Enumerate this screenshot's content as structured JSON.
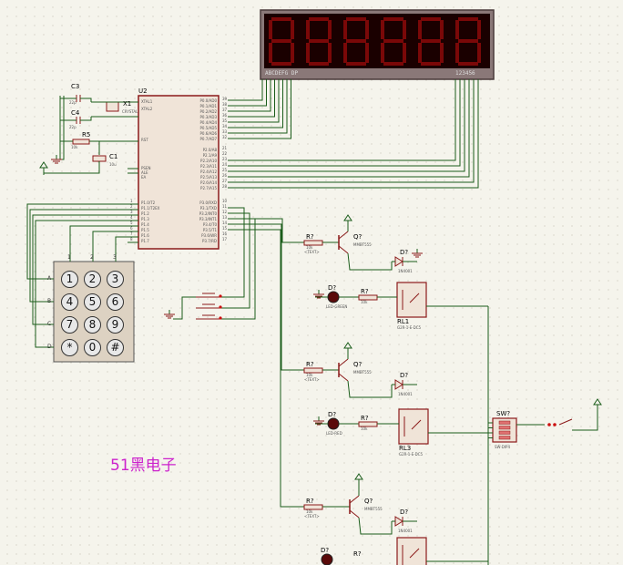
{
  "display": {
    "digit_count": 6,
    "segment_label": "ABCDEFG DP",
    "digit_label": "123456",
    "off_color": "#7a0808",
    "body_color": "#1a0000"
  },
  "mcu": {
    "ref": "U2",
    "left_pins_top": [
      "XTAL1",
      "XTAL2"
    ],
    "rst": "RST",
    "ctrl": [
      "PSEN",
      "ALE",
      "EA"
    ],
    "p1": [
      "P1.0/T2",
      "P1.1/T2EX",
      "P1.2",
      "P1.3",
      "P1.4",
      "P1.5",
      "P1.6",
      "P1.7"
    ],
    "p0": [
      "P0.0/AD0",
      "P0.1/AD1",
      "P0.2/AD2",
      "P0.3/AD3",
      "P0.4/AD4",
      "P0.5/AD5",
      "P0.6/AD6",
      "P0.7/AD7"
    ],
    "p2": [
      "P2.0/A8",
      "P2.1/A9",
      "P2.2/A10",
      "P2.3/A11",
      "P2.4/A12",
      "P2.5/A13",
      "P2.6/A14",
      "P2.7/A15"
    ],
    "p3": [
      "P3.0/RXD",
      "P3.1/TXD",
      "P3.2/INT0",
      "P3.3/INT1",
      "P3.4/T0",
      "P3.5/T1",
      "P3.6/WR",
      "P3.7/RD"
    ],
    "pins_right_p0": [
      "39",
      "38",
      "37",
      "36",
      "35",
      "34",
      "33",
      "32"
    ],
    "pins_right_p2": [
      "21",
      "22",
      "23",
      "24",
      "25",
      "26",
      "27",
      "28"
    ],
    "pins_right_p3": [
      "10",
      "11",
      "12",
      "13",
      "14",
      "15",
      "16",
      "17"
    ],
    "pins_left_p1": [
      "1",
      "2",
      "3",
      "4",
      "5",
      "6",
      "7",
      "8"
    ]
  },
  "parts": {
    "c3": "C3",
    "c4": "C4",
    "x1": "X1",
    "crystal": "CRYSTAL",
    "r5": "R5",
    "c1": "C1",
    "c_val": "22p",
    "r_val": "10k",
    "c1_val": "10u",
    "r_ref": "R?",
    "q_ref": "Q?",
    "d_ref": "D?",
    "q_model": "MMBT555",
    "diode_model": "1N4001",
    "led1": "LED-GREEN",
    "led2": "LED-RED",
    "rl1": "RL1",
    "rl3": "RL3",
    "relay_model": "G2R-1-E-DC5",
    "sw": "SW?",
    "sw_model": "SW-DIP4",
    "text_tag": "<TEXT>"
  },
  "keypad": {
    "keys": [
      "1",
      "2",
      "3",
      "4",
      "5",
      "6",
      "7",
      "8",
      "9",
      "*",
      "0",
      "#"
    ],
    "rows": [
      "A",
      "B",
      "C",
      "D"
    ],
    "cols": [
      "1",
      "2",
      "3"
    ]
  },
  "brand": "51黑电子",
  "colors": {
    "wire": "#1a5c1a",
    "part": "#8b1a1a",
    "fill": "#f0e4d8",
    "pin_red": "#cc1010"
  }
}
